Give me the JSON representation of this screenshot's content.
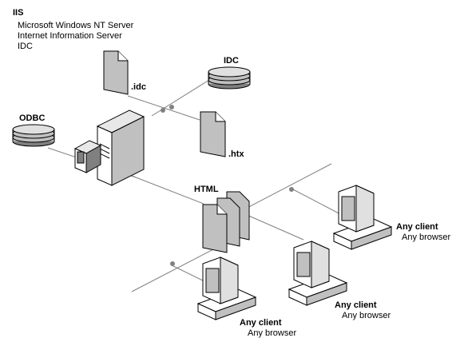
{
  "iis": {
    "title": "IIS",
    "items": [
      "Microsoft Windows NT Server",
      "Internet Information Server",
      "IDC"
    ]
  },
  "odbc_label": "ODBC",
  "idc_label": "IDC",
  "idc_file_label": ".idc",
  "htx_file_label": ".htx",
  "html_label": "HTML",
  "clients": [
    {
      "title": "Any client",
      "subtitle": "Any browser"
    },
    {
      "title": "Any client",
      "subtitle": "Any browser"
    },
    {
      "title": "Any client",
      "subtitle": "Any browser"
    }
  ],
  "colors": {
    "line": "#808080",
    "fill_gray": "#c0c0c0",
    "dark": "#808080",
    "outline": "#000000"
  }
}
